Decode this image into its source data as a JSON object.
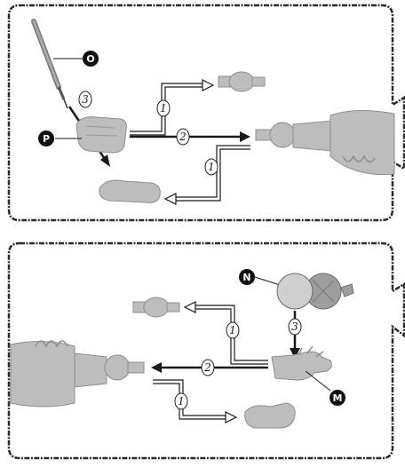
{
  "colors": {
    "frame": "#2b2b2b",
    "part": "#bdbdbd",
    "part_shade": "#8e8e8e",
    "arrow": "#1a1a1a",
    "background": "#ffffff"
  },
  "top_panel": {
    "callout_tool": "O",
    "callout_hand": "P",
    "step_paint": "3",
    "step_attach": "2",
    "step_upper": "1",
    "step_lower": "1"
  },
  "bottom_panel": {
    "callout_sticker": "N",
    "callout_hand": "M",
    "step_apply": "3",
    "step_attach": "2",
    "step_upper": "1",
    "step_lower": "1"
  }
}
